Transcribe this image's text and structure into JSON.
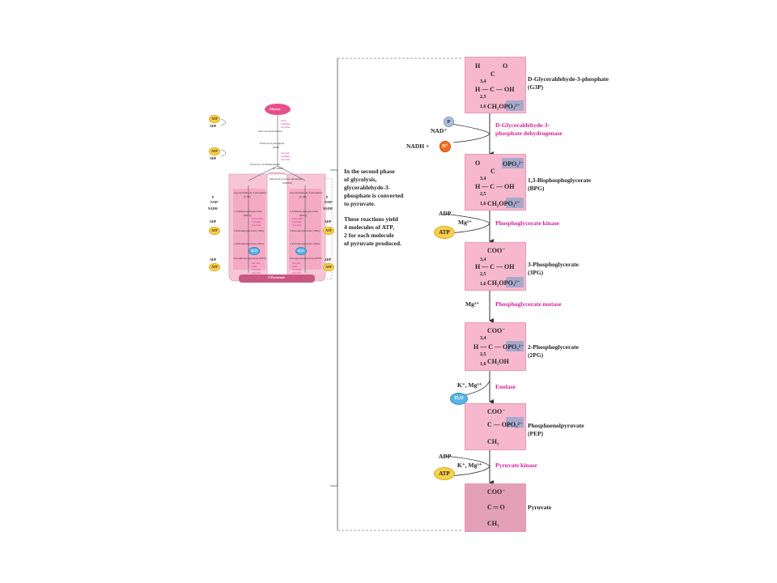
{
  "overview": {
    "glucose": "Glucose",
    "steps": [
      {
        "key": "s1",
        "text": "Glucose-6-phosphate"
      },
      {
        "key": "s2",
        "text": "Fructose-6-phosphate"
      },
      {
        "key": "s3",
        "text": "(F6P)"
      },
      {
        "key": "s4",
        "text": "Fructose-1,6-bisphosphate"
      },
      {
        "key": "s5",
        "text": "(F1,6BP)"
      },
      {
        "key": "s6",
        "text": "Dihydroxyacetone phosphate"
      },
      {
        "key": "s7",
        "text": "(DHAP)"
      }
    ],
    "left_col": [
      "Glyceraldehyde-3-phosphate",
      "(G3P)",
      "1,3-Bisphosphoglycerate",
      "(BPG)",
      "3-Phosphoglycerate (3PG)",
      "2-Phosphoglycerate (2PG)",
      "Phosphoenolpyruvate (PEP)"
    ],
    "right_col": [
      "Glyceraldehyde-3-phosphate",
      "(G3P)",
      "1,3-Bisphosphoglycerate",
      "(BPG)",
      "3-Phosphoglycerate (3PG)",
      "2-Phosphoglycerate (2PG)",
      "Phosphoenolpyruvate (PEP)"
    ],
    "first_priming": "First priming reaction",
    "second_priming": "Second priming reaction",
    "first_atp_forming": "First ATP-forming reaction",
    "second_atp_forming": "Second ATP-forming reaction",
    "atp": "ATP",
    "adp": "ADP",
    "nad": "NAD⁺",
    "nadh": "NADH",
    "pi": "P",
    "h2o": "H₂O",
    "pyruvate": "2 Pyruvate"
  },
  "caption": {
    "p1": [
      "In the second phase",
      "of glycolysis,",
      "glyceraldehyde-3-",
      "phosphate is converted",
      "to pyruvate."
    ],
    "p2": [
      "These reactions yield",
      "4 molecules of ATP,",
      "2 for each molecule",
      "of pyruvate produced."
    ]
  },
  "molecules": [
    {
      "name": "D-Glyceraldehyde-3-phosphate",
      "abbr": "(G3P)"
    },
    {
      "name": "1,3-Bisphosphoglycerate",
      "abbr": "(BPG)"
    },
    {
      "name": "3-Phosphoglycerate",
      "abbr": "(3PG)"
    },
    {
      "name": "2-Phosphoglycerate",
      "abbr": "(2PG)"
    },
    {
      "name": "Phosphoenolpyruvate",
      "abbr": "(PEP)"
    },
    {
      "name": "Pyruvate",
      "abbr": ""
    }
  ],
  "enzymes": {
    "e1_line1": "D-Glyceraldehyde-3-",
    "e1_line2": "phosphate dehydrogenase",
    "e2": "Phosphoglycerate kinase",
    "e3": "Phosphoglycerate mutase",
    "e4": "Enolase",
    "e5": "Pyruvate kinase"
  },
  "cofactors": {
    "pi": "P",
    "nad": "NAD⁺",
    "nadh": "NADH +",
    "h": "H⁺",
    "adp": "ADP",
    "mg": "Mg²⁺",
    "atp": "ATP",
    "k_mg": "K⁺, Mg²⁺",
    "h2o": "H₂O"
  },
  "structures": {
    "g3p": {
      "l1": "H",
      "l2": "C",
      "l3": "O",
      "l4": "H — C — OH",
      "l5": "CH₂OPO₃²⁻",
      "n1": "3,4",
      "n2": "2,5",
      "n3": "1,6"
    },
    "bpg": {
      "l1": "O",
      "l2": "C",
      "l3": "OPO₃²⁻",
      "l4": "H — C — OH",
      "l5": "CH₂OPO₃²⁻",
      "n1": "3,4",
      "n2": "2,5",
      "n3": "1,6"
    },
    "pg3": {
      "l1": "COO⁻",
      "l4": "H — C — OH",
      "l5": "CH₂OPO₃²⁻",
      "n1": "3,4",
      "n2": "2,5",
      "n3": "1,6"
    },
    "pg2": {
      "l1": "COO⁻",
      "l4": "H — C — OPO₃²⁻",
      "l5": "CH₂OH",
      "n1": "3,4",
      "n2": "2,5",
      "n3": "1,6"
    },
    "pep": {
      "l1": "COO⁻",
      "l4": "C — OPO₃²⁻",
      "l5": "CH₂"
    },
    "pyr": {
      "l1": "COO⁻",
      "l4": "C ═ O",
      "l5": "CH₃"
    }
  },
  "colors": {
    "pink_box": "#f7b8cd",
    "phosphate": "#a7a8cc",
    "enzyme_text": "#d6209c",
    "atp": "#f7d04c",
    "hydrogen": "#f26e1c",
    "water": "#57b4e8",
    "glucose": "#e8508b"
  }
}
